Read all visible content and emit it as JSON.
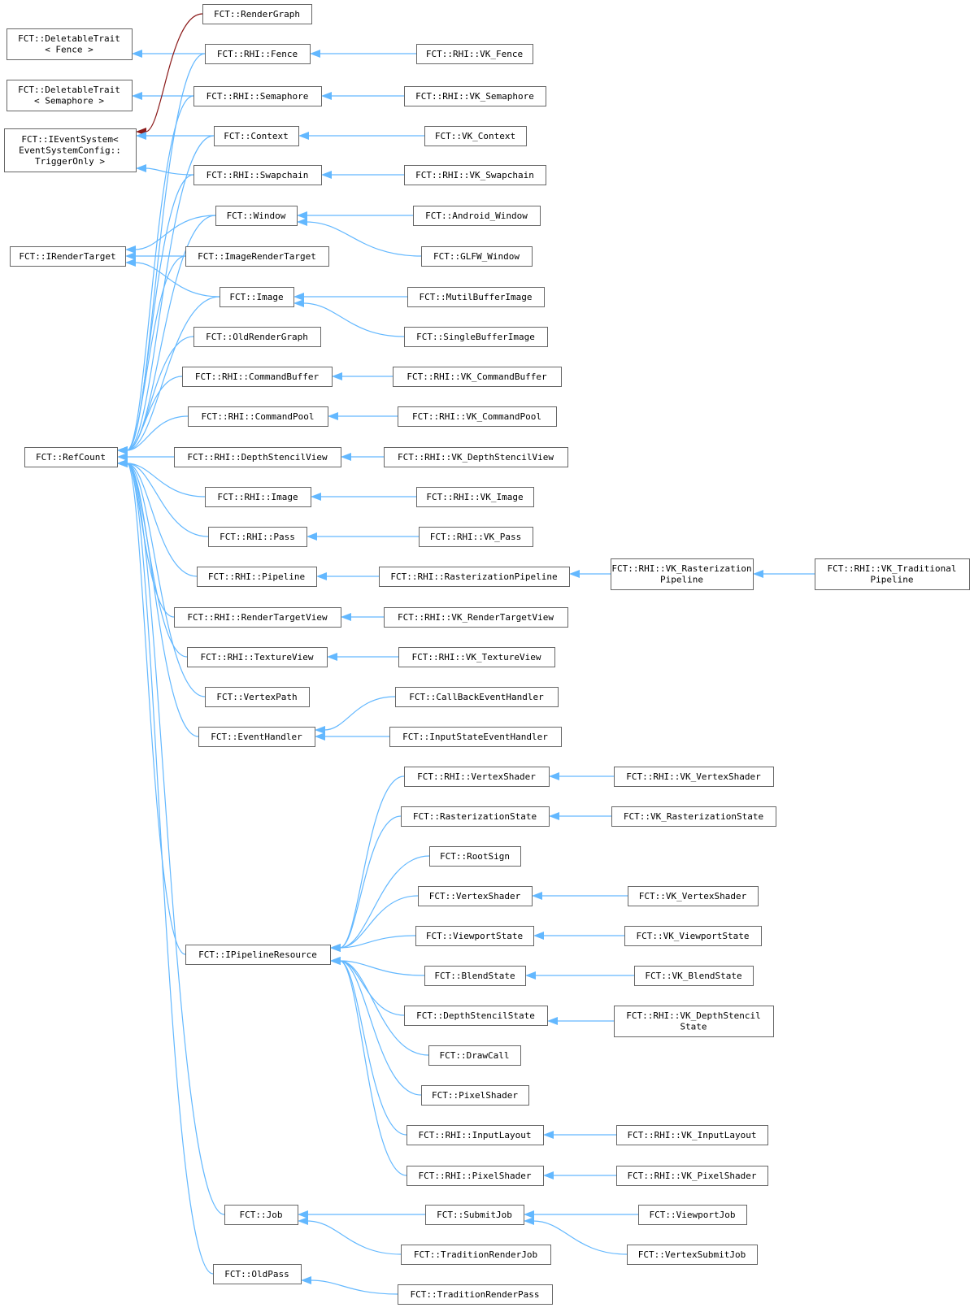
{
  "colors": {
    "edge": "#63b8ff",
    "special_edge": "#8b1a1a",
    "box_border": "#666666"
  },
  "nodes": [
    {
      "id": "rendergraph",
      "lines": [
        "FCT::RenderGraph"
      ]
    },
    {
      "id": "del_fence",
      "lines": [
        "FCT::DeletableTrait",
        "< Fence >"
      ]
    },
    {
      "id": "rhi_fence",
      "lines": [
        "FCT::RHI::Fence"
      ]
    },
    {
      "id": "vk_fence",
      "lines": [
        "FCT::RHI::VK_Fence"
      ]
    },
    {
      "id": "del_sem",
      "lines": [
        "FCT::DeletableTrait",
        "< Semaphore >"
      ]
    },
    {
      "id": "rhi_sem",
      "lines": [
        "FCT::RHI::Semaphore"
      ]
    },
    {
      "id": "vk_sem",
      "lines": [
        "FCT::RHI::VK_Semaphore"
      ]
    },
    {
      "id": "ievent",
      "lines": [
        "FCT::IEventSystem<",
        "EventSystemConfig::",
        "TriggerOnly >"
      ]
    },
    {
      "id": "context",
      "lines": [
        "FCT::Context"
      ]
    },
    {
      "id": "vk_context",
      "lines": [
        "FCT::VK_Context"
      ]
    },
    {
      "id": "rhi_swap",
      "lines": [
        "FCT::RHI::Swapchain"
      ]
    },
    {
      "id": "vk_swap",
      "lines": [
        "FCT::RHI::VK_Swapchain"
      ]
    },
    {
      "id": "window",
      "lines": [
        "FCT::Window"
      ]
    },
    {
      "id": "android_window",
      "lines": [
        "FCT::Android_Window"
      ]
    },
    {
      "id": "irendertarget",
      "lines": [
        "FCT::IRenderTarget"
      ]
    },
    {
      "id": "imagerendertarget",
      "lines": [
        "FCT::ImageRenderTarget"
      ]
    },
    {
      "id": "glfw_window",
      "lines": [
        "FCT::GLFW_Window"
      ]
    },
    {
      "id": "image",
      "lines": [
        "FCT::Image"
      ]
    },
    {
      "id": "multibufferimage",
      "lines": [
        "FCT::MutilBufferImage"
      ]
    },
    {
      "id": "singlebufferimage",
      "lines": [
        "FCT::SingleBufferImage"
      ]
    },
    {
      "id": "oldrendergraph",
      "lines": [
        "FCT::OldRenderGraph"
      ]
    },
    {
      "id": "rhi_cmdbuf",
      "lines": [
        "FCT::RHI::CommandBuffer"
      ]
    },
    {
      "id": "vk_cmdbuf",
      "lines": [
        "FCT::RHI::VK_CommandBuffer"
      ]
    },
    {
      "id": "rhi_cmdpool",
      "lines": [
        "FCT::RHI::CommandPool"
      ]
    },
    {
      "id": "vk_cmdpool",
      "lines": [
        "FCT::RHI::VK_CommandPool"
      ]
    },
    {
      "id": "refcount",
      "lines": [
        "FCT::RefCount"
      ]
    },
    {
      "id": "rhi_dsv",
      "lines": [
        "FCT::RHI::DepthStencilView"
      ]
    },
    {
      "id": "vk_dsv",
      "lines": [
        "FCT::RHI::VK_DepthStencilView"
      ]
    },
    {
      "id": "rhi_image",
      "lines": [
        "FCT::RHI::Image"
      ]
    },
    {
      "id": "vk_image",
      "lines": [
        "FCT::RHI::VK_Image"
      ]
    },
    {
      "id": "rhi_pass",
      "lines": [
        "FCT::RHI::Pass"
      ]
    },
    {
      "id": "vk_pass",
      "lines": [
        "FCT::RHI::VK_Pass"
      ]
    },
    {
      "id": "rhi_pipeline",
      "lines": [
        "FCT::RHI::Pipeline"
      ]
    },
    {
      "id": "rhi_rastpipe",
      "lines": [
        "FCT::RHI::RasterizationPipeline"
      ]
    },
    {
      "id": "vk_rastpipe",
      "lines": [
        "FCT::RHI::VK_Rasterization",
        "Pipeline"
      ]
    },
    {
      "id": "vk_tradpipe",
      "lines": [
        "FCT::RHI::VK_Traditional",
        "Pipeline"
      ]
    },
    {
      "id": "rhi_rtv",
      "lines": [
        "FCT::RHI::RenderTargetView"
      ]
    },
    {
      "id": "vk_rtv",
      "lines": [
        "FCT::RHI::VK_RenderTargetView"
      ]
    },
    {
      "id": "rhi_texview",
      "lines": [
        "FCT::RHI::TextureView"
      ]
    },
    {
      "id": "vk_texview",
      "lines": [
        "FCT::RHI::VK_TextureView"
      ]
    },
    {
      "id": "vertexpath",
      "lines": [
        "FCT::VertexPath"
      ]
    },
    {
      "id": "callbackhandler",
      "lines": [
        "FCT::CallBackEventHandler"
      ]
    },
    {
      "id": "eventhandler",
      "lines": [
        "FCT::EventHandler"
      ]
    },
    {
      "id": "inputstatehandler",
      "lines": [
        "FCT::InputStateEventHandler"
      ]
    },
    {
      "id": "rhi_vshader",
      "lines": [
        "FCT::RHI::VertexShader"
      ]
    },
    {
      "id": "vk_rhi_vshader",
      "lines": [
        "FCT::RHI::VK_VertexShader"
      ]
    },
    {
      "id": "raststate",
      "lines": [
        "FCT::RasterizationState"
      ]
    },
    {
      "id": "vk_raststate",
      "lines": [
        "FCT::VK_RasterizationState"
      ]
    },
    {
      "id": "rootsign",
      "lines": [
        "FCT::RootSign"
      ]
    },
    {
      "id": "vshader",
      "lines": [
        "FCT::VertexShader"
      ]
    },
    {
      "id": "vk_vshader",
      "lines": [
        "FCT::VK_VertexShader"
      ]
    },
    {
      "id": "viewportstate",
      "lines": [
        "FCT::ViewportState"
      ]
    },
    {
      "id": "vk_viewportstate",
      "lines": [
        "FCT::VK_ViewportState"
      ]
    },
    {
      "id": "ipipelineres",
      "lines": [
        "FCT::IPipelineResource"
      ]
    },
    {
      "id": "blendstate",
      "lines": [
        "FCT::BlendState"
      ]
    },
    {
      "id": "vk_blendstate",
      "lines": [
        "FCT::VK_BlendState"
      ]
    },
    {
      "id": "dsstate",
      "lines": [
        "FCT::DepthStencilState"
      ]
    },
    {
      "id": "vk_dsstate",
      "lines": [
        "FCT::RHI::VK_DepthStencil",
        "State"
      ]
    },
    {
      "id": "drawcall",
      "lines": [
        "FCT::DrawCall"
      ]
    },
    {
      "id": "pixelshader",
      "lines": [
        "FCT::PixelShader"
      ]
    },
    {
      "id": "rhi_inputlayout",
      "lines": [
        "FCT::RHI::InputLayout"
      ]
    },
    {
      "id": "vk_inputlayout",
      "lines": [
        "FCT::RHI::VK_InputLayout"
      ]
    },
    {
      "id": "rhi_pshader",
      "lines": [
        "FCT::RHI::PixelShader"
      ]
    },
    {
      "id": "vk_pshader",
      "lines": [
        "FCT::RHI::VK_PixelShader"
      ]
    },
    {
      "id": "job",
      "lines": [
        "FCT::Job"
      ]
    },
    {
      "id": "submitjob",
      "lines": [
        "FCT::SubmitJob"
      ]
    },
    {
      "id": "viewportjob",
      "lines": [
        "FCT::ViewportJob"
      ]
    },
    {
      "id": "traditionrenderjob",
      "lines": [
        "FCT::TraditionRenderJob"
      ]
    },
    {
      "id": "vertexsubmitjob",
      "lines": [
        "FCT::VertexSubmitJob"
      ]
    },
    {
      "id": "oldpass",
      "lines": [
        "FCT::OldPass"
      ]
    },
    {
      "id": "traditionrenderpass",
      "lines": [
        "FCT::TraditionRenderPass"
      ]
    }
  ],
  "edges": [
    {
      "from": "rhi_fence",
      "to": "del_fence"
    },
    {
      "from": "rhi_fence",
      "to": "refcount"
    },
    {
      "from": "vk_fence",
      "to": "rhi_fence"
    },
    {
      "from": "rhi_sem",
      "to": "del_sem"
    },
    {
      "from": "rhi_sem",
      "to": "refcount"
    },
    {
      "from": "vk_sem",
      "to": "rhi_sem"
    },
    {
      "from": "rendergraph",
      "to": "ievent",
      "kind": "special"
    },
    {
      "from": "context",
      "to": "ievent"
    },
    {
      "from": "context",
      "to": "refcount"
    },
    {
      "from": "vk_context",
      "to": "context"
    },
    {
      "from": "rhi_swap",
      "to": "ievent"
    },
    {
      "from": "rhi_swap",
      "to": "refcount"
    },
    {
      "from": "vk_swap",
      "to": "rhi_swap"
    },
    {
      "from": "window",
      "to": "irendertarget"
    },
    {
      "from": "window",
      "to": "refcount"
    },
    {
      "from": "android_window",
      "to": "window"
    },
    {
      "from": "glfw_window",
      "to": "window"
    },
    {
      "from": "imagerendertarget",
      "to": "irendertarget"
    },
    {
      "from": "imagerendertarget",
      "to": "refcount"
    },
    {
      "from": "image",
      "to": "irendertarget"
    },
    {
      "from": "image",
      "to": "refcount"
    },
    {
      "from": "multibufferimage",
      "to": "image"
    },
    {
      "from": "singlebufferimage",
      "to": "image"
    },
    {
      "from": "oldrendergraph",
      "to": "refcount"
    },
    {
      "from": "rhi_cmdbuf",
      "to": "refcount"
    },
    {
      "from": "vk_cmdbuf",
      "to": "rhi_cmdbuf"
    },
    {
      "from": "rhi_cmdpool",
      "to": "refcount"
    },
    {
      "from": "vk_cmdpool",
      "to": "rhi_cmdpool"
    },
    {
      "from": "rhi_dsv",
      "to": "refcount"
    },
    {
      "from": "vk_dsv",
      "to": "rhi_dsv"
    },
    {
      "from": "rhi_image",
      "to": "refcount"
    },
    {
      "from": "vk_image",
      "to": "rhi_image"
    },
    {
      "from": "rhi_pass",
      "to": "refcount"
    },
    {
      "from": "vk_pass",
      "to": "rhi_pass"
    },
    {
      "from": "rhi_pipeline",
      "to": "refcount"
    },
    {
      "from": "rhi_rastpipe",
      "to": "rhi_pipeline"
    },
    {
      "from": "vk_rastpipe",
      "to": "rhi_rastpipe"
    },
    {
      "from": "vk_tradpipe",
      "to": "vk_rastpipe"
    },
    {
      "from": "rhi_rtv",
      "to": "refcount"
    },
    {
      "from": "vk_rtv",
      "to": "rhi_rtv"
    },
    {
      "from": "rhi_texview",
      "to": "refcount"
    },
    {
      "from": "vk_texview",
      "to": "rhi_texview"
    },
    {
      "from": "vertexpath",
      "to": "refcount"
    },
    {
      "from": "eventhandler",
      "to": "refcount"
    },
    {
      "from": "callbackhandler",
      "to": "eventhandler"
    },
    {
      "from": "inputstatehandler",
      "to": "eventhandler"
    },
    {
      "from": "ipipelineres",
      "to": "refcount"
    },
    {
      "from": "rhi_vshader",
      "to": "ipipelineres"
    },
    {
      "from": "vk_rhi_vshader",
      "to": "rhi_vshader"
    },
    {
      "from": "raststate",
      "to": "ipipelineres"
    },
    {
      "from": "vk_raststate",
      "to": "raststate"
    },
    {
      "from": "rootsign",
      "to": "ipipelineres"
    },
    {
      "from": "vshader",
      "to": "ipipelineres"
    },
    {
      "from": "vk_vshader",
      "to": "vshader"
    },
    {
      "from": "viewportstate",
      "to": "ipipelineres"
    },
    {
      "from": "vk_viewportstate",
      "to": "viewportstate"
    },
    {
      "from": "blendstate",
      "to": "ipipelineres"
    },
    {
      "from": "vk_blendstate",
      "to": "blendstate"
    },
    {
      "from": "dsstate",
      "to": "ipipelineres"
    },
    {
      "from": "vk_dsstate",
      "to": "dsstate"
    },
    {
      "from": "drawcall",
      "to": "ipipelineres"
    },
    {
      "from": "pixelshader",
      "to": "ipipelineres"
    },
    {
      "from": "rhi_inputlayout",
      "to": "ipipelineres"
    },
    {
      "from": "vk_inputlayout",
      "to": "rhi_inputlayout"
    },
    {
      "from": "rhi_pshader",
      "to": "ipipelineres"
    },
    {
      "from": "vk_pshader",
      "to": "rhi_pshader"
    },
    {
      "from": "job",
      "to": "refcount"
    },
    {
      "from": "submitjob",
      "to": "job"
    },
    {
      "from": "traditionrenderjob",
      "to": "job"
    },
    {
      "from": "viewportjob",
      "to": "submitjob"
    },
    {
      "from": "vertexsubmitjob",
      "to": "submitjob"
    },
    {
      "from": "oldpass",
      "to": "refcount"
    },
    {
      "from": "traditionrenderpass",
      "to": "oldpass"
    }
  ]
}
